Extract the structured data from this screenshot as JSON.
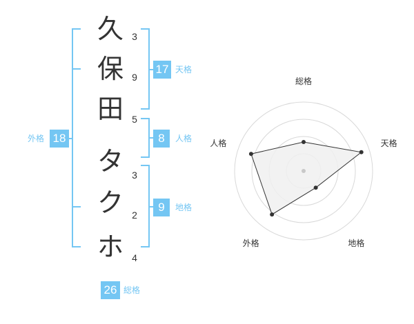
{
  "name": {
    "chars": [
      "久",
      "保",
      "田",
      "タ",
      "ク",
      "ホ"
    ],
    "strokes": [
      "3",
      "9",
      "5",
      "3",
      "2",
      "4"
    ]
  },
  "kakusu": {
    "tenkaku": {
      "label": "天格",
      "value": "17"
    },
    "jinkaku": {
      "label": "人格",
      "value": "8"
    },
    "chikaku": {
      "label": "地格",
      "value": "9"
    },
    "gaikaku": {
      "label": "外格",
      "value": "18"
    },
    "soukaku": {
      "label": "総格",
      "value": "26"
    }
  },
  "chart_data": {
    "type": "radar",
    "axes": [
      "総格",
      "天格",
      "地格",
      "外格",
      "人格"
    ],
    "values": [
      0.42,
      0.88,
      0.3,
      0.78,
      0.8
    ],
    "rings": 4,
    "colors": {
      "fill": "#f0f0f0",
      "line": "#333333",
      "ring": "#d8d8d8",
      "center": "#c8c8c8"
    }
  },
  "colors": {
    "accent": "#74c6f3",
    "text": "#333333"
  }
}
